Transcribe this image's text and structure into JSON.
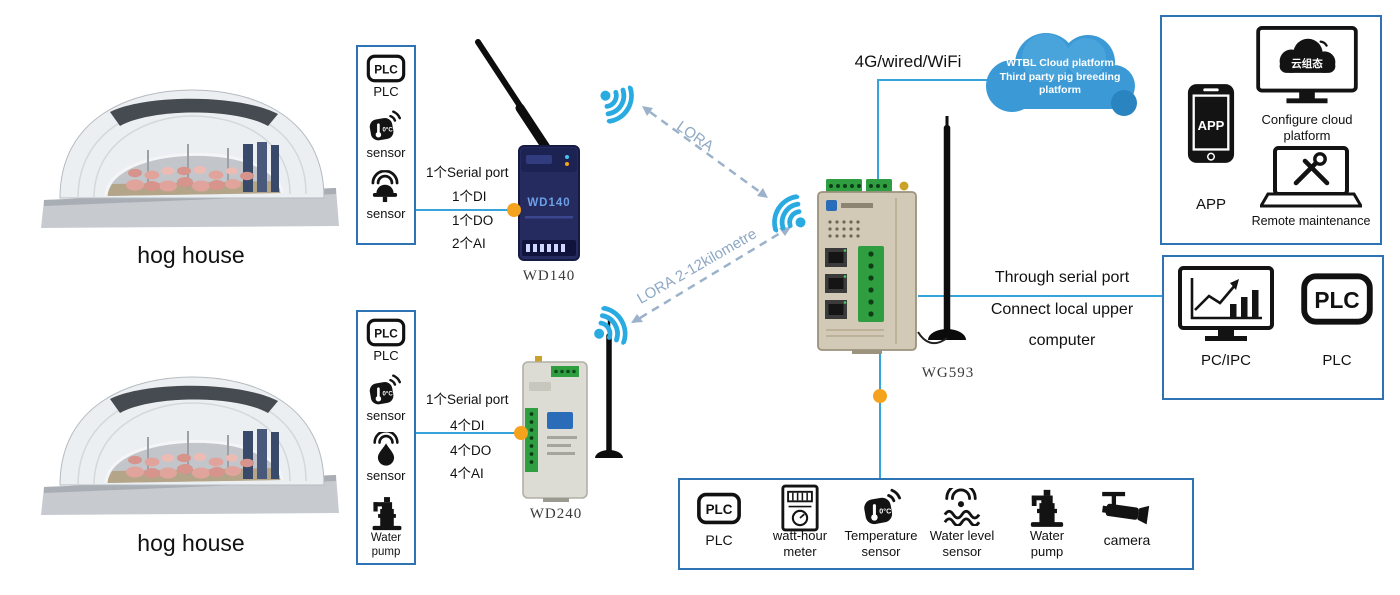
{
  "colors": {
    "box_border": "#2e74b5",
    "connector_blue": "#36a3da",
    "dot_orange": "#f5a21c",
    "wifi_blue": "#29abe2",
    "lora_dash": "#9cb2cb",
    "cloud_blue": "#3b9ad6"
  },
  "hog_houses": {
    "top_label": "hog house",
    "bottom_label": "hog house"
  },
  "field_top": {
    "plc_label": "PLC",
    "sensor1_label": "sensor",
    "sensor2_label": "sensor"
  },
  "field_bottom": {
    "plc_label": "PLC",
    "sensor1_label": "sensor",
    "sensor2_label": "sensor",
    "pump_line1": "Water",
    "pump_line2": "pump"
  },
  "wd140": {
    "label": "WD140",
    "device_text": "WD140",
    "specs": [
      "1个Serial port",
      "1个DI",
      "1个DO",
      "2个AI"
    ]
  },
  "wd240": {
    "label": "WD240",
    "specs": [
      "1个Serial port",
      "4个DI",
      "4个DO",
      "4个AI"
    ]
  },
  "wg593": {
    "label": "WG593"
  },
  "links": {
    "wan_label": "4G/wired/WiFi",
    "lora_top_label": "LORA",
    "lora_bottom_label": "LORA  2-12kilometre"
  },
  "cloud": {
    "line1": "WTBL Cloud platform",
    "line2": "Third party pig breeding",
    "line3": "platform"
  },
  "cloud_services": {
    "app_screen_text": "APP",
    "app_label": "APP",
    "configure_badge": "云组态",
    "configure_line1": "Configure cloud",
    "configure_line2": "platform",
    "remote_label": "Remote maintenance"
  },
  "local_upper": {
    "note1": "Through serial port",
    "note2": "Connect local upper",
    "note3": "computer",
    "pc_label": "PC/IPC",
    "plc_label": "PLC"
  },
  "bottom_devices": {
    "plc_label": "PLC",
    "watt_line1": "watt-hour",
    "watt_line2": "meter",
    "temp_line1": "Temperature",
    "temp_line2": "sensor",
    "level_line1": "Water level",
    "level_line2": "sensor",
    "pump_line1": "Water",
    "pump_line2": "pump",
    "camera_label": "camera"
  },
  "icon_texts": {
    "plc": "PLC",
    "temp_reading": "0°C"
  }
}
